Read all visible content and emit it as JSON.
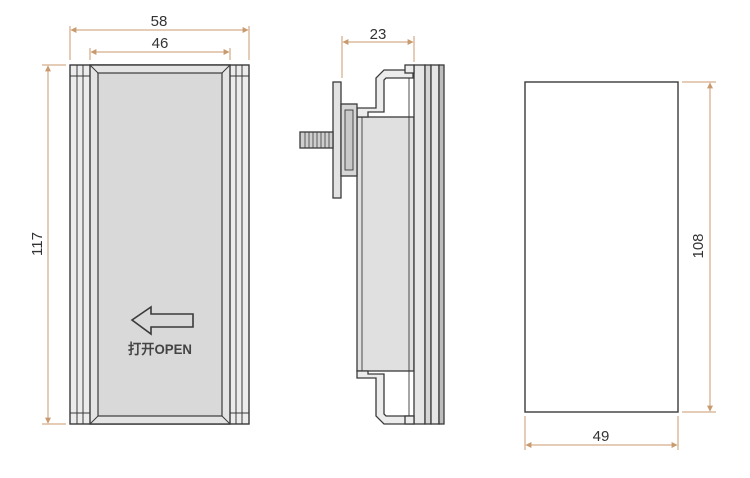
{
  "dimensions": {
    "front_outer_width": "58",
    "front_inner_width": "46",
    "front_height": "117",
    "side_depth": "23",
    "rear_height": "108",
    "rear_width": "49"
  },
  "front_label": "打开OPEN",
  "colors": {
    "outline": "#3a3a3a",
    "panel_fill": "#ececec",
    "inner_fill": "#d9d9d9",
    "dim_line": "#c99a6e",
    "dim_text": "#333333"
  }
}
